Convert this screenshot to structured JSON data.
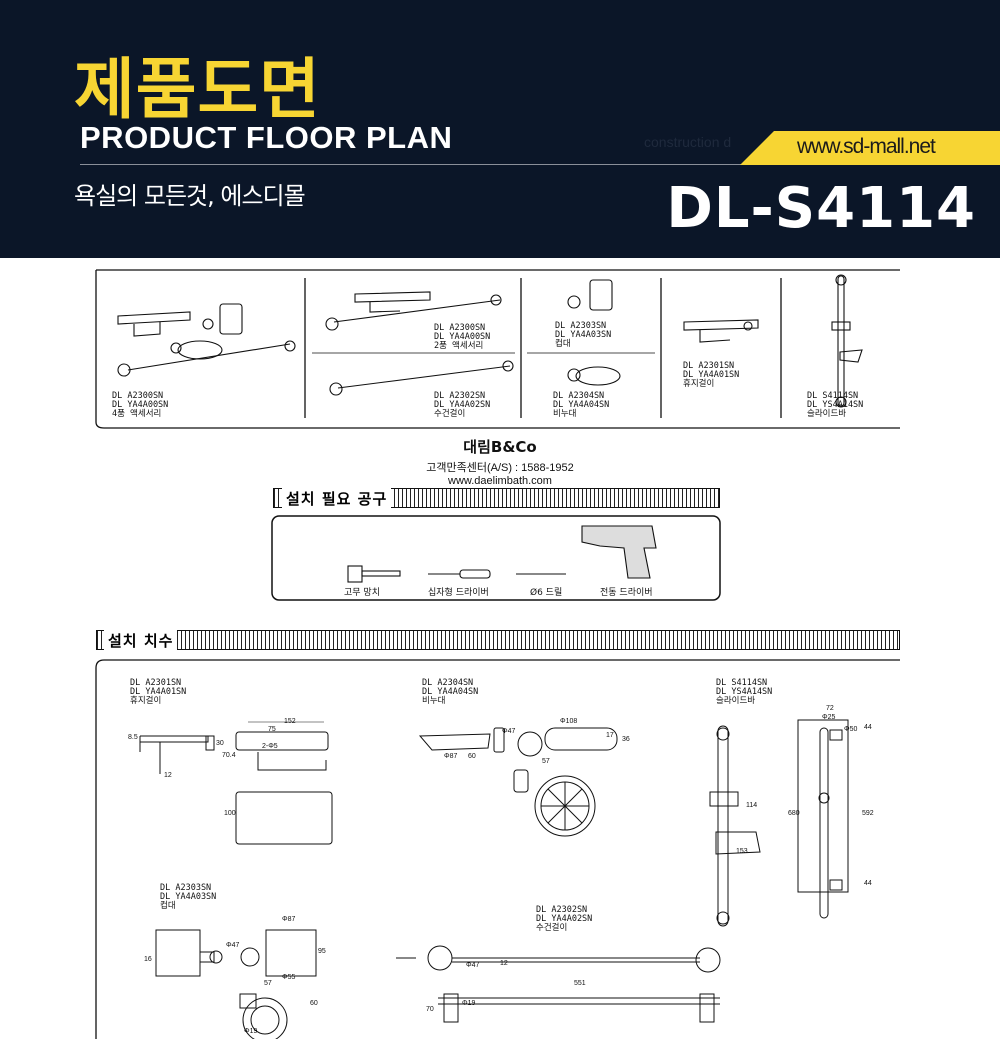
{
  "header": {
    "title_ko": "제품도면",
    "title_en": "PRODUCT FLOOR PLAN",
    "watermark": "construction d",
    "url": "www.sd-mall.net",
    "slogan": "욕실의 모든것, 에스디몰",
    "model": "DL-S4114"
  },
  "catalog": [
    {
      "code1": "DL A2300SN",
      "code2": "DL YA4A00SN",
      "name": "4품 액세서리"
    },
    {
      "code1": "DL A2300SN",
      "code2": "DL YA4A00SN",
      "name": "2품 액세서리"
    },
    {
      "code1": "DL A2302SN",
      "code2": "DL YA4A02SN",
      "name": "수건걸이"
    },
    {
      "code1": "DL A2303SN",
      "code2": "DL YA4A03SN",
      "name": "컵대"
    },
    {
      "code1": "DL A2304SN",
      "code2": "DL YA4A04SN",
      "name": "비누대"
    },
    {
      "code1": "DL A2301SN",
      "code2": "DL YA4A01SN",
      "name": "휴지걸이"
    },
    {
      "code1": "DL S4114SN",
      "code2": "DL YS4A14SN",
      "name": "슬라이드바"
    }
  ],
  "company": {
    "name": "대림B&Co",
    "service": "고객만족센터(A/S) : 1588-1952",
    "website": "www.daelimbath.com"
  },
  "tools_section": {
    "title": "설치 필요 공구",
    "tools": [
      "고무 망치",
      "십자형 드라이버",
      "Ø6 드릴",
      "전동 드라이버"
    ]
  },
  "dimensions_section": {
    "title": "설치 치수",
    "items": [
      {
        "code1": "DL A2301SN",
        "code2": "DL YA4A01SN",
        "name": "휴지걸이",
        "dims": [
          "152",
          "75",
          "2-Φ5",
          "8.5",
          "30",
          "70.4",
          "12",
          "100"
        ]
      },
      {
        "code1": "DL A2304SN",
        "code2": "DL YA4A04SN",
        "name": "비누대",
        "dims": [
          "Φ47",
          "Φ108",
          "36",
          "17",
          "Φ87",
          "60",
          "57"
        ]
      },
      {
        "code1": "DL S4114SN",
        "code2": "DL YS4A14SN",
        "name": "슬라이드바",
        "dims": [
          "72",
          "Φ25",
          "Φ50",
          "44",
          "680",
          "592",
          "114",
          "153",
          "44"
        ]
      },
      {
        "code1": "DL A2303SN",
        "code2": "DL YA4A03SN",
        "name": "컵대",
        "dims": [
          "Φ87",
          "Φ47",
          "16",
          "95",
          "Φ55",
          "57",
          "60",
          "Φ19"
        ]
      },
      {
        "code1": "DL A2302SN",
        "code2": "DL YA4A02SN",
        "name": "수건걸이",
        "dims": [
          "Φ47",
          "12",
          "551",
          "70",
          "Φ19"
        ]
      }
    ]
  }
}
